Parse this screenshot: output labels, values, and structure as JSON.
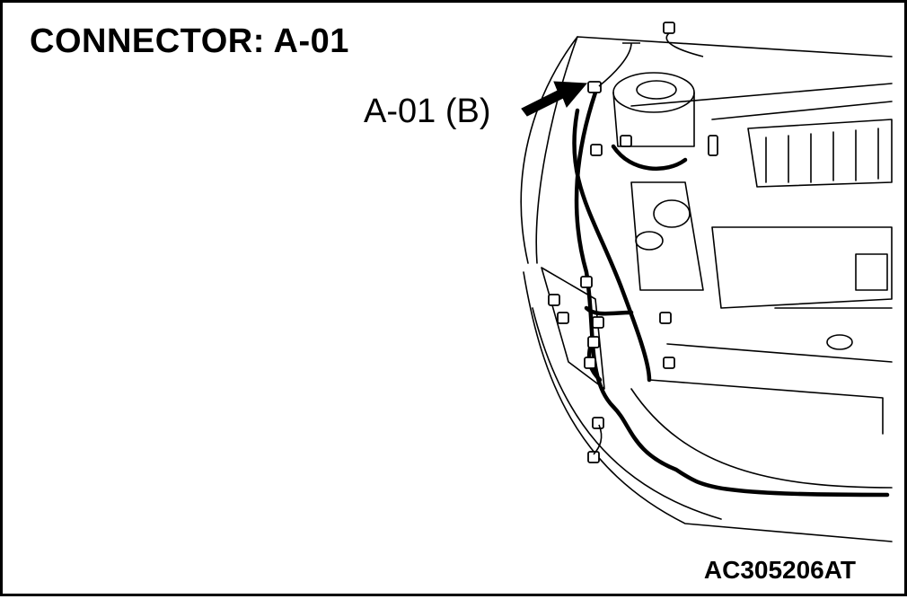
{
  "title": "CONNECTOR: A-01",
  "callout_label": "A-01 (B)",
  "figure_code": "AC305206AT",
  "colors": {
    "line": "#000000",
    "background": "#ffffff"
  }
}
